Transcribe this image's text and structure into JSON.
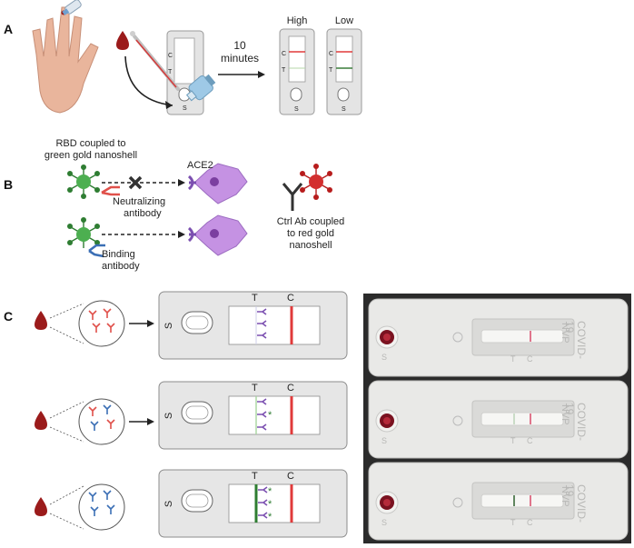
{
  "panels": {
    "a": "A",
    "b": "B",
    "c": "C"
  },
  "panel_a": {
    "cassette_c": "C",
    "cassette_t": "T",
    "cassette_s": "S",
    "time_value": "10",
    "time_unit": "minutes",
    "high_label": "High",
    "low_label": "Low",
    "result_c": "C",
    "result_t": "T",
    "result_s": "S"
  },
  "panel_b": {
    "rbd_label_line1": "RBD coupled to",
    "rbd_label_line2": "green gold nanoshell",
    "ace2_label": "ACE2",
    "neutralizing_line1": "Neutralizing",
    "neutralizing_line2": "antibody",
    "binding_line1": "Binding",
    "binding_line2": "antibody",
    "ctrl_line1": "Ctrl Ab coupled",
    "ctrl_line2": "to red gold",
    "ctrl_line3": "nanoshell"
  },
  "panel_c": {
    "strip_t": "T",
    "strip_c": "C",
    "strip_s": "S",
    "photo_text": "COVID-19",
    "photo_brand": "NVP",
    "photo_s": "S",
    "photo_t": "T",
    "photo_c": "C"
  },
  "colors": {
    "blood": "#9b1b1b",
    "control_line": "#e03a3a",
    "test_line_green": "#3a7d3a",
    "ace2_cell": "#b57ad6",
    "nanoshell_green": "#4caf50",
    "nanoshell_red": "#c62828",
    "antibody_blue": "#3b6fb5",
    "antibody_red": "#e0504a",
    "antibody_purple": "#7b4fb0",
    "cassette_gray": "#e4e4e4"
  }
}
